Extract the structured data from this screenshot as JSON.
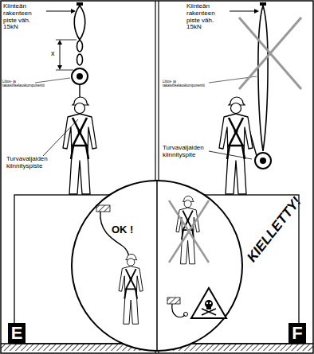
{
  "diagram": {
    "nodes": [
      {
        "text": [
          "E"
        ]
      },
      {
        "text": [
          "F"
        ]
      }
    ],
    "labels": [
      "Kiinteän rakenteen piste väh. 15kN",
      "x",
      "Liitos- ja takaisinkelauskomponentti",
      "Turvavaljaiden kiinnityspiste",
      "OK !",
      "Kiinteän rakenteen piste väh. 15kN",
      "Liitos- ja takaisinkelauskomponentti",
      "Turvavaljaiden kiinnityspite",
      "KIELLETTY!"
    ]
  }
}
